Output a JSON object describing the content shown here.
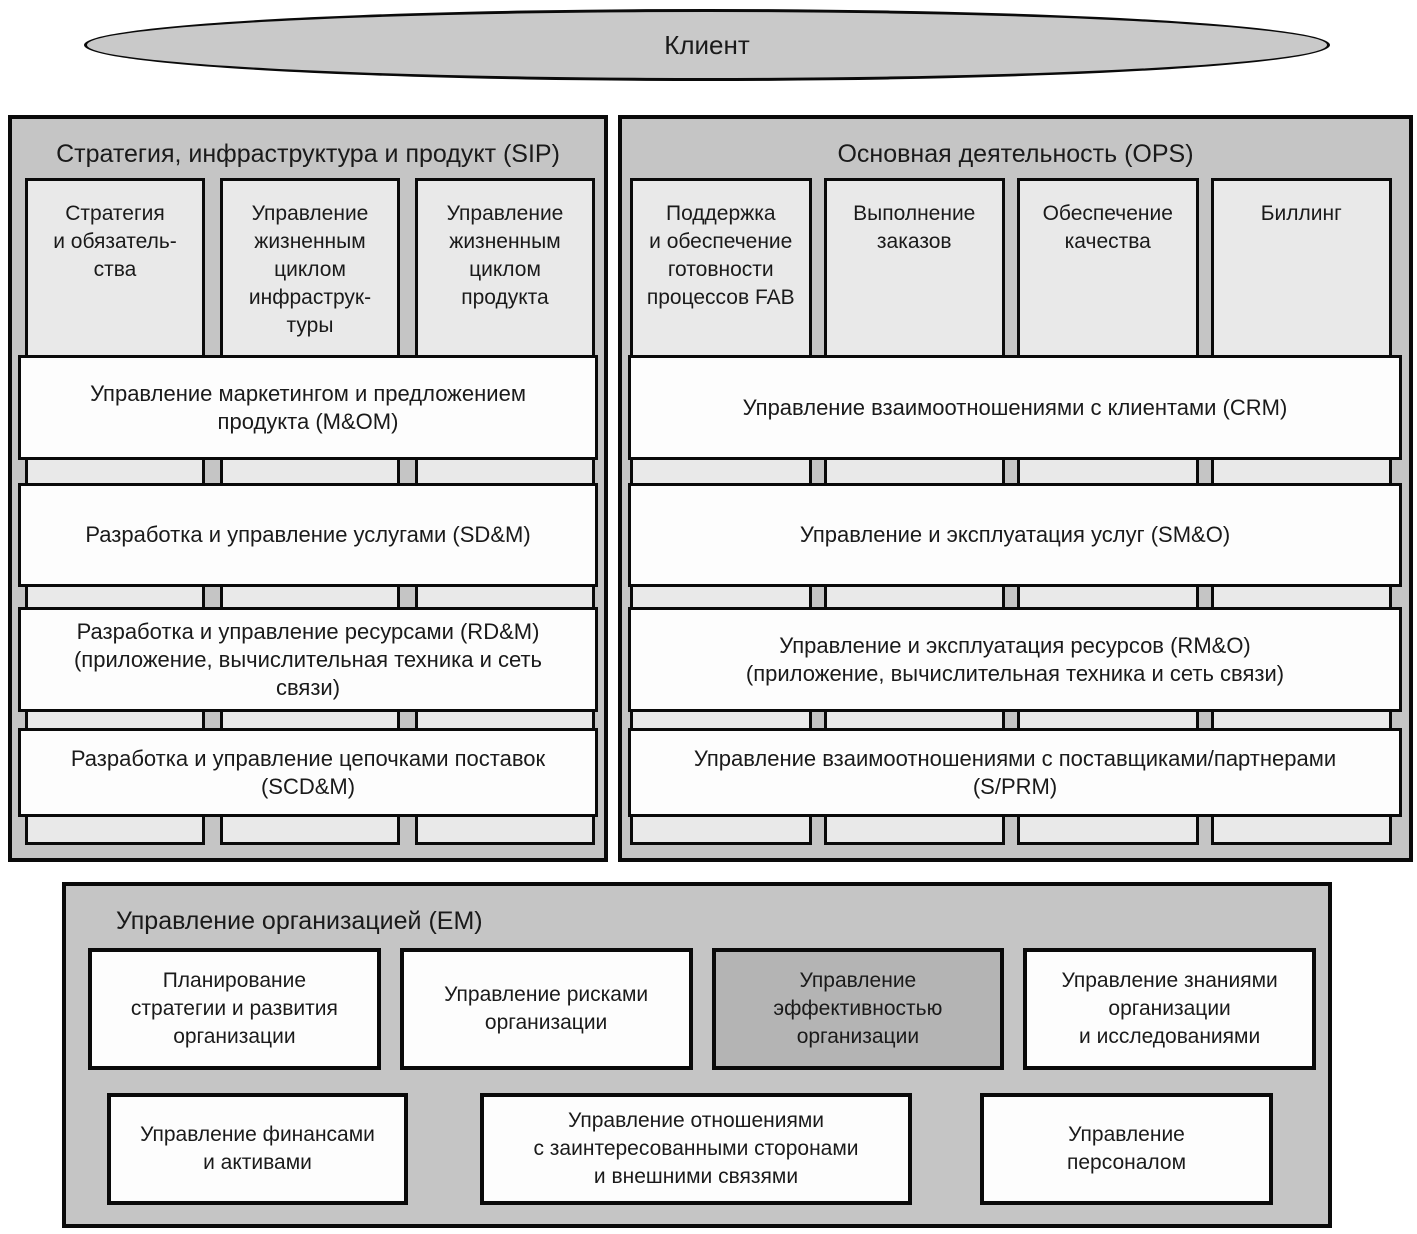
{
  "client": {
    "label": "Клиент"
  },
  "sip": {
    "title": "Стратегия, инфраструктура и продукт (SIP)",
    "columns": [
      "Стратегия\nи обязатель-\nства",
      "Управление\nжизненным\nциклом\nинфраструк-\nтуры",
      "Управление\nжизненным\nциклом\nпродукта"
    ],
    "rows": [
      "Управление маркетингом и предложением\nпродукта (M&OM)",
      "Разработка и управление услугами (SD&M)",
      "Разработка и управление ресурсами (RD&M)\n(приложение, вычислительная техника и сеть\nсвязи)",
      "Разработка и управление цепочками поставок\n(SCD&M)"
    ]
  },
  "ops": {
    "title": "Основная деятельность (OPS)",
    "columns": [
      "Поддержка\nи обеспечение\nготовности\nпроцессов FAB",
      "Выполнение\nзаказов",
      "Обеспечение\nкачества",
      "Биллинг"
    ],
    "rows": [
      "Управление взаимоотношениями с клиентами (CRM)",
      "Управление и эксплуатация услуг (SM&O)",
      "Управление и эксплуатация ресурсов (RM&O)\n(приложение, вычислительная техника и сеть связи)",
      "Управление взаимоотношениями с поставщиками/партнерами\n(S/PRM)"
    ]
  },
  "em": {
    "title": "Управление организацией (EM)",
    "row1": [
      {
        "label": "Планирование\nстратегии и развития\nорганизации",
        "highlighted": false
      },
      {
        "label": "Управление рисками\nорганизации",
        "highlighted": false
      },
      {
        "label": "Управление\nэффективностью\nорганизации",
        "highlighted": true
      },
      {
        "label": "Управление знаниями\nорганизации\nи исследованиями",
        "highlighted": false
      }
    ],
    "row2": [
      {
        "label": "Управление финансами\nи активами"
      },
      {
        "label": "Управление отношениями\nс заинтересованными сторонами\nи внешними связями"
      },
      {
        "label": "Управление\nперсоналом"
      }
    ]
  },
  "colors": {
    "panel_background": "#c5c5c5",
    "column_background": "#e9e9e9",
    "row_background": "#fdfdfd",
    "highlight_background": "#b4b4b4",
    "ellipse_background": "#c9c9c9",
    "border": "#0a0a0a",
    "text": "#1a1a1a"
  }
}
